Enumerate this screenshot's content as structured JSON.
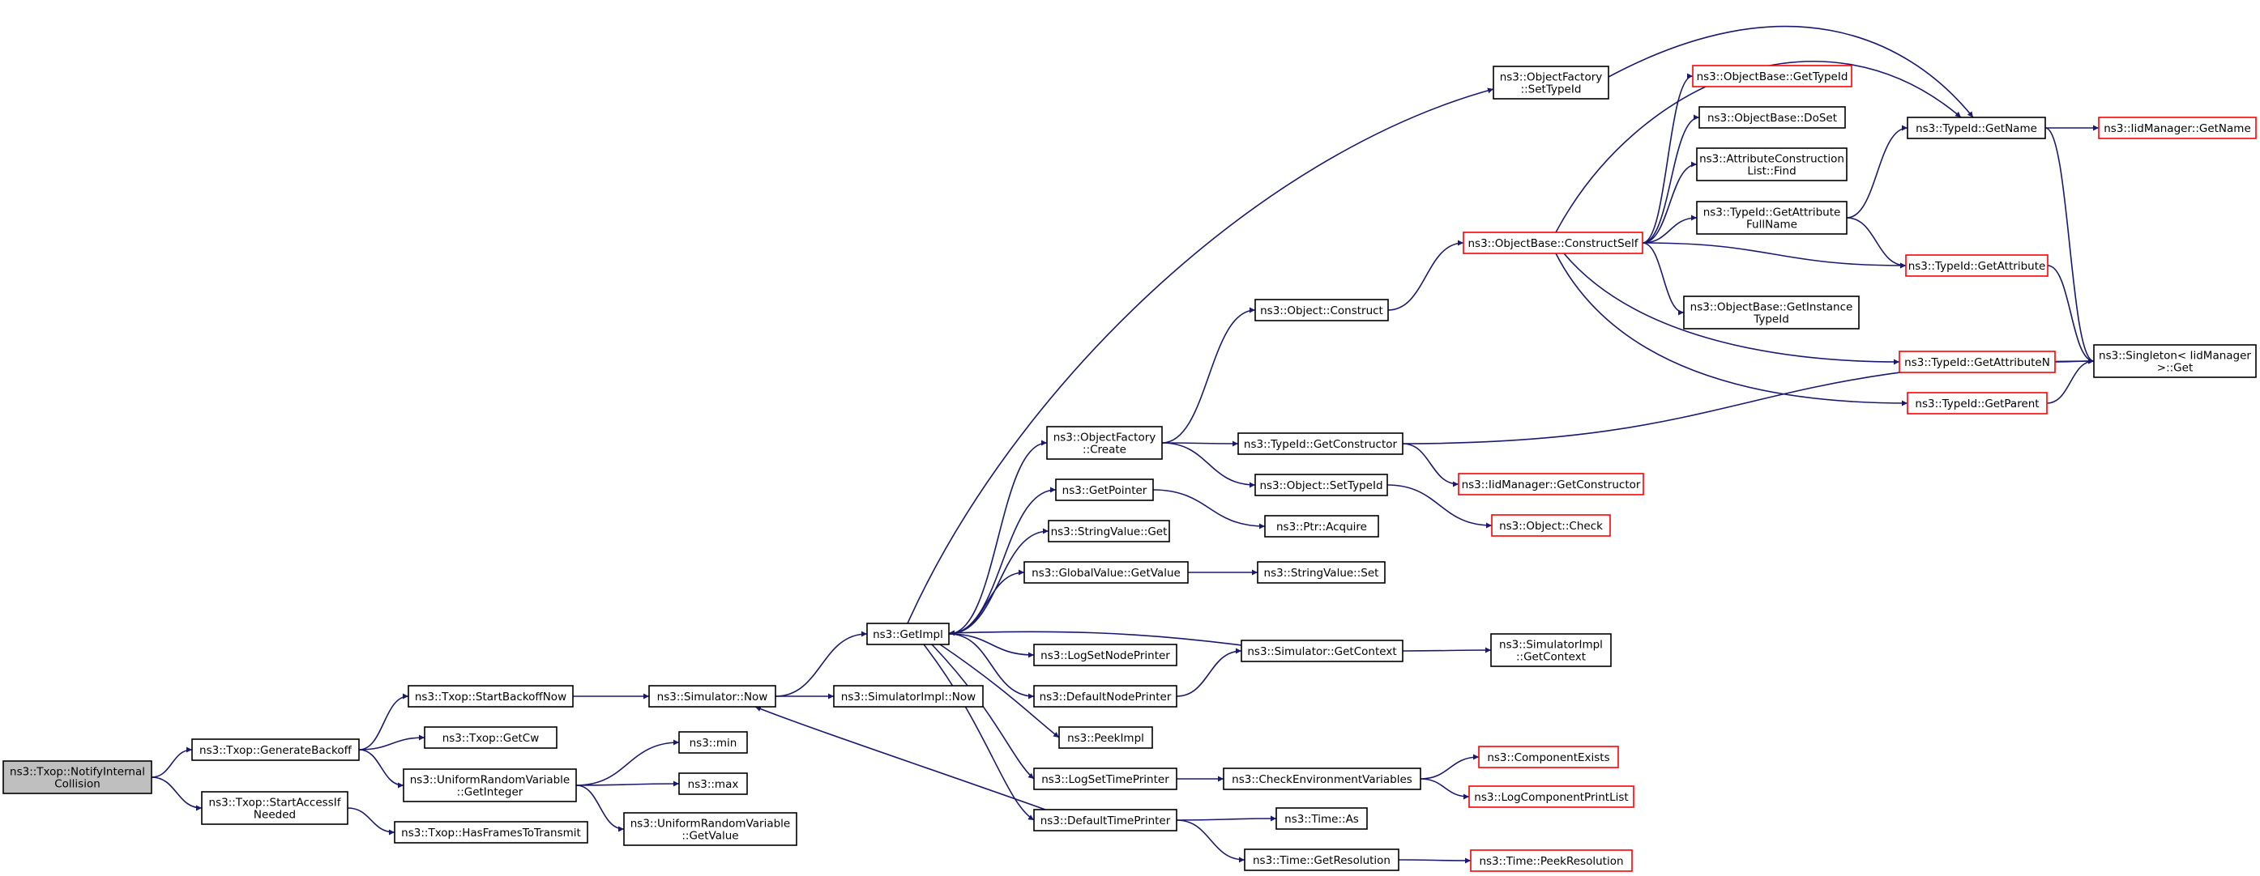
{
  "colors": {
    "edge": "#191970",
    "border": "#000000",
    "undocumented_border": "#ff0000",
    "root_fill": "#bfbfbf",
    "fill": "#ffffff"
  },
  "nodes": [
    {
      "id": "notify",
      "lines": [
        "ns3::Txop::NotifyInternal",
        "Collision"
      ],
      "style": "root"
    },
    {
      "id": "genbackoff",
      "lines": [
        "ns3::Txop::GenerateBackoff"
      ],
      "style": "normal"
    },
    {
      "id": "startaccess",
      "lines": [
        "ns3::Txop::StartAccessIf",
        "Needed"
      ],
      "style": "normal"
    },
    {
      "id": "startbackoff",
      "lines": [
        "ns3::Txop::StartBackoffNow"
      ],
      "style": "normal"
    },
    {
      "id": "getcw",
      "lines": [
        "ns3::Txop::GetCw"
      ],
      "style": "normal"
    },
    {
      "id": "getinteger",
      "lines": [
        "ns3::UniformRandomVariable",
        "::GetInteger"
      ],
      "style": "normal"
    },
    {
      "id": "hasframes",
      "lines": [
        "ns3::Txop::HasFramesToTransmit"
      ],
      "style": "normal"
    },
    {
      "id": "simnow",
      "lines": [
        "ns3::Simulator::Now"
      ],
      "style": "normal"
    },
    {
      "id": "min",
      "lines": [
        "ns3::min"
      ],
      "style": "normal"
    },
    {
      "id": "max",
      "lines": [
        "ns3::max"
      ],
      "style": "normal"
    },
    {
      "id": "urvgetvalue",
      "lines": [
        "ns3::UniformRandomVariable",
        "::GetValue"
      ],
      "style": "normal"
    },
    {
      "id": "getimpl",
      "lines": [
        "ns3::GetImpl"
      ],
      "style": "normal"
    },
    {
      "id": "simimplnow",
      "lines": [
        "ns3::SimulatorImpl::Now"
      ],
      "style": "normal"
    },
    {
      "id": "ofcreate",
      "lines": [
        "ns3::ObjectFactory",
        "::Create"
      ],
      "style": "normal"
    },
    {
      "id": "getpointer",
      "lines": [
        "ns3::GetPointer"
      ],
      "style": "normal"
    },
    {
      "id": "stringget",
      "lines": [
        "ns3::StringValue::Get"
      ],
      "style": "normal"
    },
    {
      "id": "gvgetvalue",
      "lines": [
        "ns3::GlobalValue::GetValue"
      ],
      "style": "normal"
    },
    {
      "id": "lognodeprinter",
      "lines": [
        "ns3::LogSetNodePrinter"
      ],
      "style": "normal"
    },
    {
      "id": "defnodeprinter",
      "lines": [
        "ns3::DefaultNodePrinter"
      ],
      "style": "normal"
    },
    {
      "id": "peekimpl",
      "lines": [
        "ns3::PeekImpl"
      ],
      "style": "normal"
    },
    {
      "id": "logtimeprinter",
      "lines": [
        "ns3::LogSetTimePrinter"
      ],
      "style": "normal"
    },
    {
      "id": "deftimeprinter",
      "lines": [
        "ns3::DefaultTimePrinter"
      ],
      "style": "normal"
    },
    {
      "id": "ofsettypeid",
      "lines": [
        "ns3::ObjectFactory",
        "::SetTypeId"
      ],
      "style": "normal"
    },
    {
      "id": "objconstruct",
      "lines": [
        "ns3::Object::Construct"
      ],
      "style": "normal"
    },
    {
      "id": "tidgetconstructor",
      "lines": [
        "ns3::TypeId::GetConstructor"
      ],
      "style": "normal"
    },
    {
      "id": "objsettypeid",
      "lines": [
        "ns3::Object::SetTypeId"
      ],
      "style": "normal"
    },
    {
      "id": "ptracquire",
      "lines": [
        "ns3::Ptr::Acquire"
      ],
      "style": "normal"
    },
    {
      "id": "stringset",
      "lines": [
        "ns3::StringValue::Set"
      ],
      "style": "normal"
    },
    {
      "id": "simgetcontext",
      "lines": [
        "ns3::Simulator::GetContext"
      ],
      "style": "normal"
    },
    {
      "id": "checkenv",
      "lines": [
        "ns3::CheckEnvironmentVariables"
      ],
      "style": "normal"
    },
    {
      "id": "timeas",
      "lines": [
        "ns3::Time::As"
      ],
      "style": "normal"
    },
    {
      "id": "timegetres",
      "lines": [
        "ns3::Time::GetResolution"
      ],
      "style": "normal"
    },
    {
      "id": "constructself",
      "lines": [
        "ns3::ObjectBase::ConstructSelf"
      ],
      "style": "undoc"
    },
    {
      "id": "iidgetconstructor",
      "lines": [
        "ns3::IidManager::GetConstructor"
      ],
      "style": "undoc"
    },
    {
      "id": "objcheck",
      "lines": [
        "ns3::Object::Check"
      ],
      "style": "undoc"
    },
    {
      "id": "simimplgetcontext",
      "lines": [
        "ns3::SimulatorImpl",
        "::GetContext"
      ],
      "style": "normal"
    },
    {
      "id": "compexists",
      "lines": [
        "ns3::ComponentExists"
      ],
      "style": "undoc"
    },
    {
      "id": "logcompprint",
      "lines": [
        "ns3::LogComponentPrintList"
      ],
      "style": "undoc"
    },
    {
      "id": "peekres",
      "lines": [
        "ns3::Time::PeekResolution"
      ],
      "style": "undoc"
    },
    {
      "id": "obgettypeid",
      "lines": [
        "ns3::ObjectBase::GetTypeId"
      ],
      "style": "undoc"
    },
    {
      "id": "obdoset",
      "lines": [
        "ns3::ObjectBase::DoSet"
      ],
      "style": "normal"
    },
    {
      "id": "acfind",
      "lines": [
        "ns3::AttributeConstruction",
        "List::Find"
      ],
      "style": "normal"
    },
    {
      "id": "tidgetattrfull",
      "lines": [
        "ns3::TypeId::GetAttribute",
        "FullName"
      ],
      "style": "normal"
    },
    {
      "id": "obgetinstance",
      "lines": [
        "ns3::ObjectBase::GetInstance",
        "TypeId"
      ],
      "style": "normal"
    },
    {
      "id": "tidgetname",
      "lines": [
        "ns3::TypeId::GetName"
      ],
      "style": "normal"
    },
    {
      "id": "tidgetattr",
      "lines": [
        "ns3::TypeId::GetAttribute"
      ],
      "style": "undoc"
    },
    {
      "id": "tidgetattrn",
      "lines": [
        "ns3::TypeId::GetAttributeN"
      ],
      "style": "undoc"
    },
    {
      "id": "tidgetparent",
      "lines": [
        "ns3::TypeId::GetParent"
      ],
      "style": "undoc"
    },
    {
      "id": "iidgetname",
      "lines": [
        "ns3::IidManager::GetName"
      ],
      "style": "undoc"
    },
    {
      "id": "singleton",
      "lines": [
        "ns3::Singleton< IidManager",
        " >::Get"
      ],
      "style": "normal"
    }
  ],
  "edges": [
    [
      "notify",
      "genbackoff"
    ],
    [
      "notify",
      "startaccess"
    ],
    [
      "genbackoff",
      "startbackoff"
    ],
    [
      "genbackoff",
      "getcw"
    ],
    [
      "genbackoff",
      "getinteger"
    ],
    [
      "startaccess",
      "hasframes"
    ],
    [
      "startbackoff",
      "simnow"
    ],
    [
      "getinteger",
      "min"
    ],
    [
      "getinteger",
      "max"
    ],
    [
      "getinteger",
      "urvgetvalue"
    ],
    [
      "simnow",
      "getimpl"
    ],
    [
      "simnow",
      "simimplnow"
    ],
    [
      "getimpl",
      "ofcreate"
    ],
    [
      "getimpl",
      "getpointer"
    ],
    [
      "getimpl",
      "stringget"
    ],
    [
      "getimpl",
      "gvgetvalue"
    ],
    [
      "getimpl",
      "lognodeprinter"
    ],
    [
      "getimpl",
      "defnodeprinter"
    ],
    [
      "getimpl",
      "peekimpl"
    ],
    [
      "getimpl",
      "logtimeprinter"
    ],
    [
      "getimpl",
      "deftimeprinter"
    ],
    [
      "getimpl",
      "ofsettypeid"
    ],
    [
      "ofcreate",
      "objconstruct"
    ],
    [
      "ofcreate",
      "tidgetconstructor"
    ],
    [
      "ofcreate",
      "objsettypeid"
    ],
    [
      "getpointer",
      "ptracquire"
    ],
    [
      "gvgetvalue",
      "stringset"
    ],
    [
      "defnodeprinter",
      "simgetcontext"
    ],
    [
      "simgetcontext",
      "getimpl"
    ],
    [
      "simgetcontext",
      "simimplgetcontext"
    ],
    [
      "logtimeprinter",
      "checkenv"
    ],
    [
      "checkenv",
      "compexists"
    ],
    [
      "checkenv",
      "logcompprint"
    ],
    [
      "deftimeprinter",
      "simnow"
    ],
    [
      "deftimeprinter",
      "timeas"
    ],
    [
      "deftimeprinter",
      "timegetres"
    ],
    [
      "timegetres",
      "peekres"
    ],
    [
      "objconstruct",
      "constructself"
    ],
    [
      "tidgetconstructor",
      "iidgetconstructor"
    ],
    [
      "tidgetconstructor",
      "singleton"
    ],
    [
      "objsettypeid",
      "objcheck"
    ],
    [
      "ofsettypeid",
      "tidgetname"
    ],
    [
      "constructself",
      "obgettypeid"
    ],
    [
      "constructself",
      "obdoset"
    ],
    [
      "constructself",
      "acfind"
    ],
    [
      "constructself",
      "tidgetattrfull"
    ],
    [
      "constructself",
      "obgetinstance"
    ],
    [
      "constructself",
      "tidgetname"
    ],
    [
      "constructself",
      "tidgetattr"
    ],
    [
      "constructself",
      "tidgetattrn"
    ],
    [
      "constructself",
      "tidgetparent"
    ],
    [
      "tidgetattrfull",
      "tidgetname"
    ],
    [
      "tidgetattrfull",
      "tidgetattr"
    ],
    [
      "tidgetname",
      "iidgetname"
    ],
    [
      "tidgetname",
      "singleton"
    ],
    [
      "tidgetattr",
      "singleton"
    ],
    [
      "tidgetattrn",
      "singleton"
    ],
    [
      "tidgetparent",
      "singleton"
    ]
  ]
}
